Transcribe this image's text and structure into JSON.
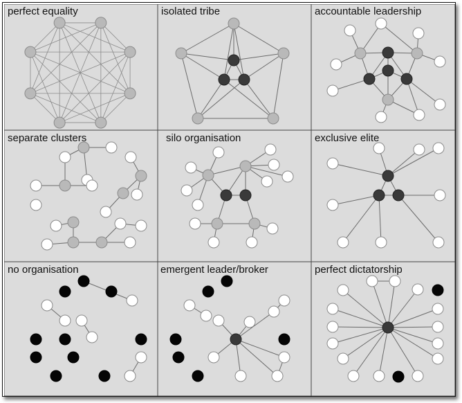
{
  "colors": {
    "node_white": "#ffffff",
    "node_gray": "#b9b9b9",
    "node_dark": "#3a3a3a",
    "node_black": "#050505",
    "background": "#dcdcdc"
  },
  "panels": [
    {
      "id": "perfect-equality",
      "title": "perfect equality"
    },
    {
      "id": "isolated-tribe",
      "title": "isolated tribe"
    },
    {
      "id": "accountable-leadership",
      "title": "accountable leadership"
    },
    {
      "id": "separate-clusters",
      "title": "separate clusters"
    },
    {
      "id": "silo-organisation",
      "title": "silo organisation"
    },
    {
      "id": "exclusive-elite",
      "title": "exclusive elite"
    },
    {
      "id": "no-organisation",
      "title": "no organisation"
    },
    {
      "id": "emergent-leader-broker",
      "title": "emergent leader/broker"
    },
    {
      "id": "perfect-dictatorship",
      "title": "perfect dictatorship"
    }
  ]
}
